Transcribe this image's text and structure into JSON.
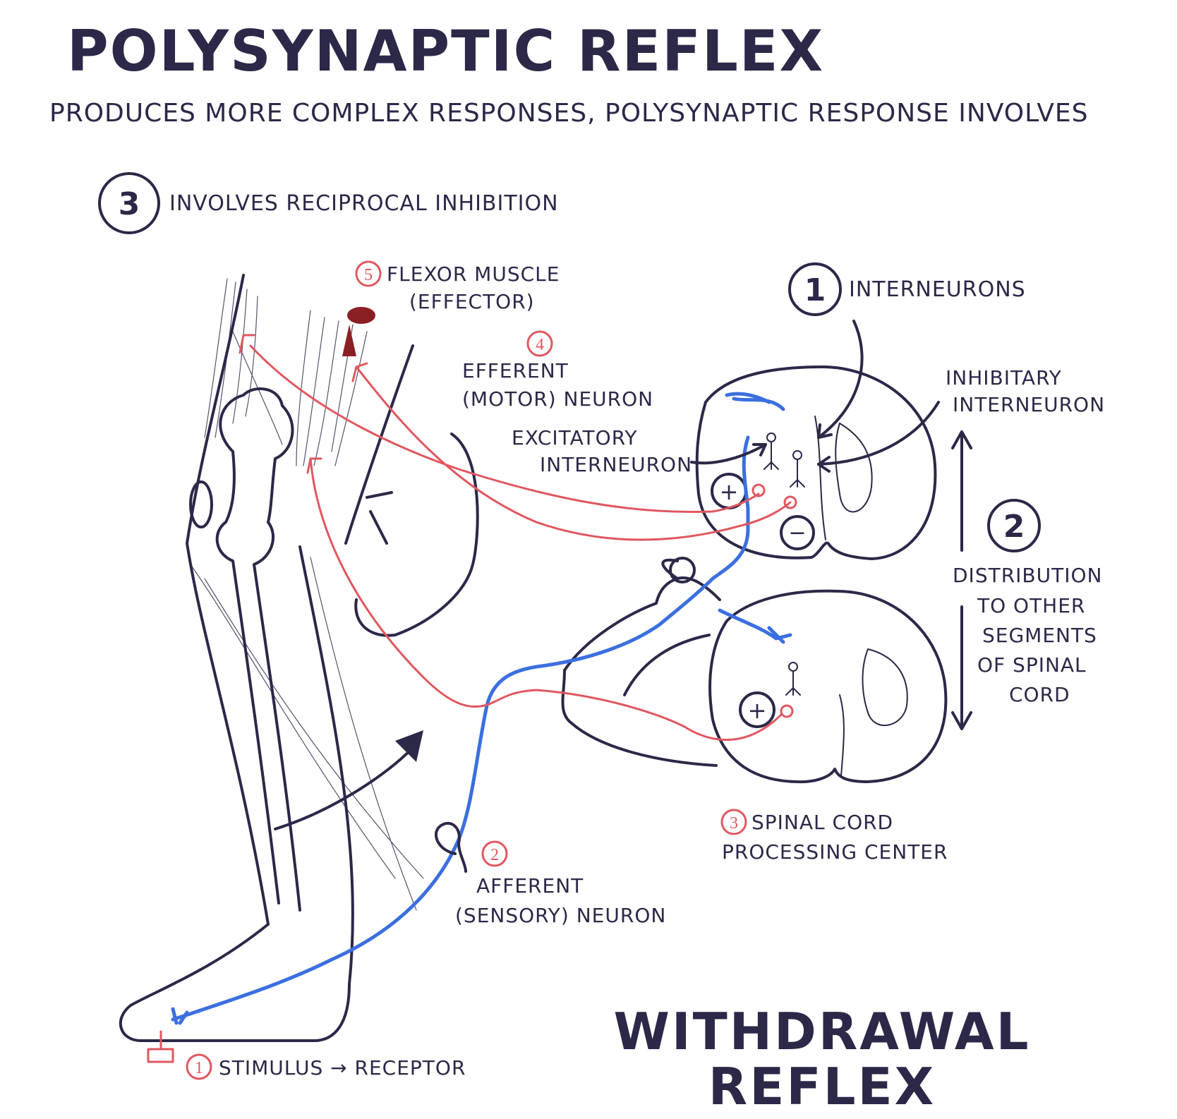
{
  "title": "POLYSYNAPTIC REFLEX",
  "subtitle": "PRODUCES MORE COMPLEX RESPONSES, POLYSYNAPTIC RESPONSE INVOLVES",
  "features": {
    "reciprocal": {
      "number": "3",
      "text": "INVOLVES RECIPROCAL INHIBITION"
    },
    "interneurons": {
      "number": "1",
      "text": "INTERNEURONS"
    },
    "distribution": {
      "number": "2",
      "lines": [
        "DISTRIBUTION",
        "TO OTHER",
        "SEGMENTS",
        "OF SPINAL",
        "CORD"
      ]
    }
  },
  "steps": {
    "stimulus": {
      "number": "1",
      "text": "STIMULUS → RECEPTOR"
    },
    "afferent": {
      "number": "2",
      "line1": "AFFERENT",
      "line2": "(SENSORY) NEURON"
    },
    "spinal": {
      "number": "3",
      "line1": "SPINAL CORD",
      "line2": "PROCESSING CENTER"
    },
    "efferent": {
      "number": "4",
      "line1": "EFFERENT",
      "line2": "(MOTOR) NEURON"
    },
    "flexor": {
      "number": "5",
      "line1": "FLEXOR MUSCLE",
      "line2": "(EFFECTOR)"
    }
  },
  "labels": {
    "inhibitory": {
      "line1": "INHIBITARY",
      "line2": "INTERNEURON"
    },
    "excitatory": {
      "line1": "EXCITATORY",
      "line2": "INTERNEURON"
    }
  },
  "footer": {
    "line1": "WITHDRAWAL",
    "line2": "REFLEX"
  },
  "signs": {
    "plus": "+",
    "minus": "−"
  },
  "colors": {
    "ink": "#2b2848",
    "sensory": "#3b6fe0",
    "motor": "#e0575f"
  }
}
